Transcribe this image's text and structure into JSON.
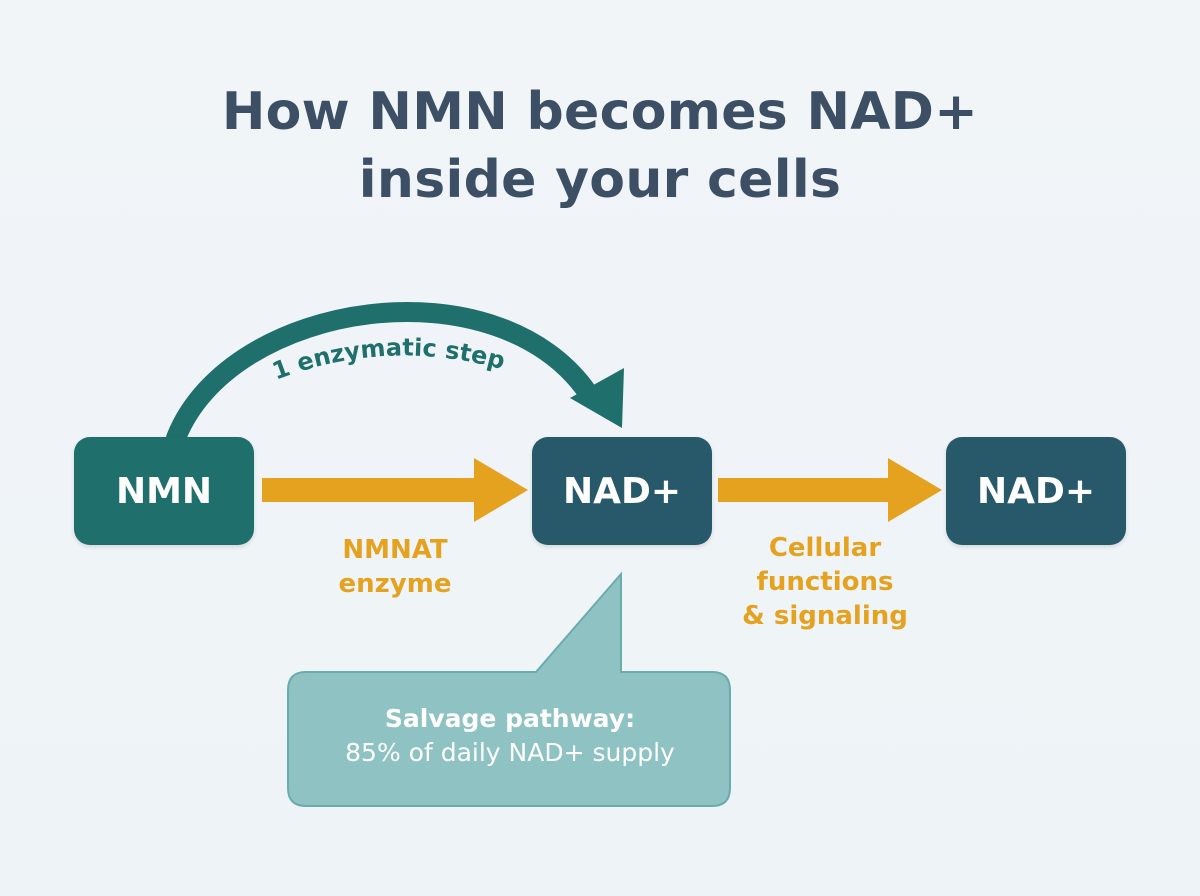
{
  "title": {
    "line1": "How NMN becomes NAD+",
    "line2": "inside your cells"
  },
  "nodes": {
    "nmn": "NMN",
    "nad_center": "NAD+",
    "nad_right": "NAD+"
  },
  "arc_label": "1 enzymatic step",
  "arrows": {
    "enzyme_label": [
      "NMNAT",
      "enzyme"
    ],
    "cellular_label": [
      "Cellular",
      "functions",
      "& signaling"
    ]
  },
  "callout": {
    "heading": "Salvage pathway:",
    "body": "85% of daily NAD+ supply"
  },
  "colors": {
    "title": "#3d4f64",
    "nmn_box": "#1f6f6c",
    "nad_box": "#27596b",
    "arrow": "#e5a21f",
    "arc": "#1f6f6c",
    "callout_fill": "#8ec2c3",
    "callout_border": "#6aacad"
  }
}
